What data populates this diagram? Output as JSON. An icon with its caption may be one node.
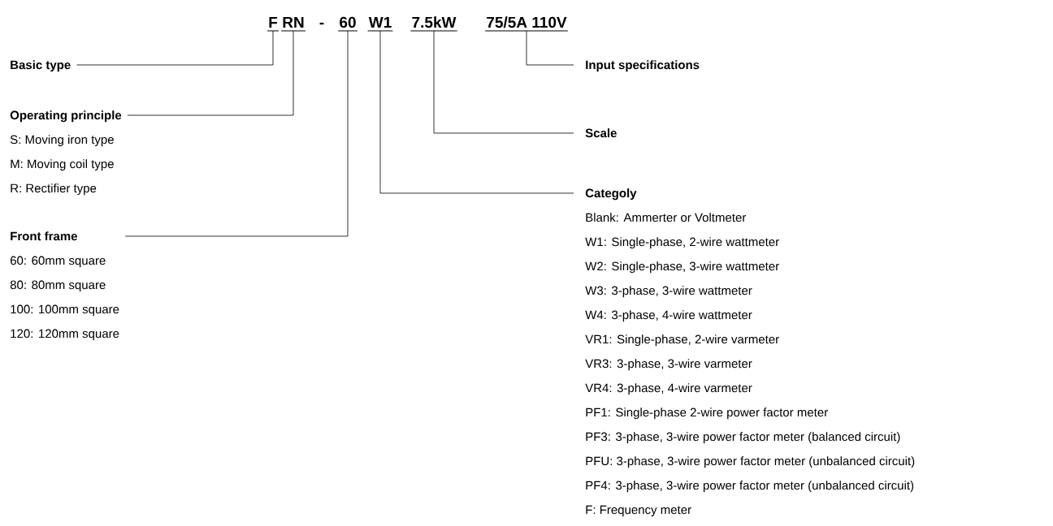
{
  "diagram": {
    "nodes": [
      {
        "text": [
          "F"
        ]
      },
      {
        "text": [
          "RN"
        ]
      },
      {
        "text": [
          "60"
        ]
      },
      {
        "text": [
          "W1"
        ]
      },
      {
        "text": [
          "7.5kW"
        ]
      },
      {
        "text": [
          "75/5A 110V"
        ]
      },
      {
        "text": [
          "Basic type"
        ]
      },
      {
        "text": [
          "Operating principle",
          "S: Moving iron type",
          "M: Moving coil type",
          "R: Rectifier type"
        ]
      },
      {
        "text": [
          "Front frame",
          "60: 60mm square",
          "80: 80mm square",
          "100: 100mm square",
          "120: 120mm square"
        ]
      },
      {
        "text": [
          "Input specifications"
        ]
      },
      {
        "text": [
          "Scale"
        ]
      },
      {
        "text": [
          "Categoly",
          "Blank: Ammerter or Voltmeter",
          "W1: Single-phase, 2-wire wattmeter",
          "W2: Single-phase, 3-wire wattmeter",
          "W3: 3-phase, 3-wire wattmeter",
          "W4: 3-phase, 4-wire wattmeter",
          "VR1: Single-phase, 2-wire varmeter",
          "VR3: 3-phase, 3-wire varmeter",
          "VR4: 3-phase, 4-wire varmeter",
          "PF1: Single-phase 2-wire power factor meter",
          "PF3: 3-phase, 3-wire power factor meter (balanced circuit)",
          "PFU: 3-phase, 3-wire power factor meter (unbalanced circuit)",
          "PF4: 3-phase, 3-wire power factor meter (unbalanced circuit)",
          "F: Frequency meter"
        ]
      }
    ],
    "edges": [
      {
        "from": 6,
        "to": 0,
        "arrow": "none"
      },
      {
        "from": 7,
        "to": 1,
        "arrow": "none"
      },
      {
        "from": 8,
        "to": 2,
        "arrow": "none"
      },
      {
        "from": 11,
        "to": 3,
        "arrow": "none"
      },
      {
        "from": 10,
        "to": 4,
        "arrow": "none"
      },
      {
        "from": 9,
        "to": 5,
        "arrow": "none"
      }
    ],
    "labels": [
      "-"
    ]
  }
}
